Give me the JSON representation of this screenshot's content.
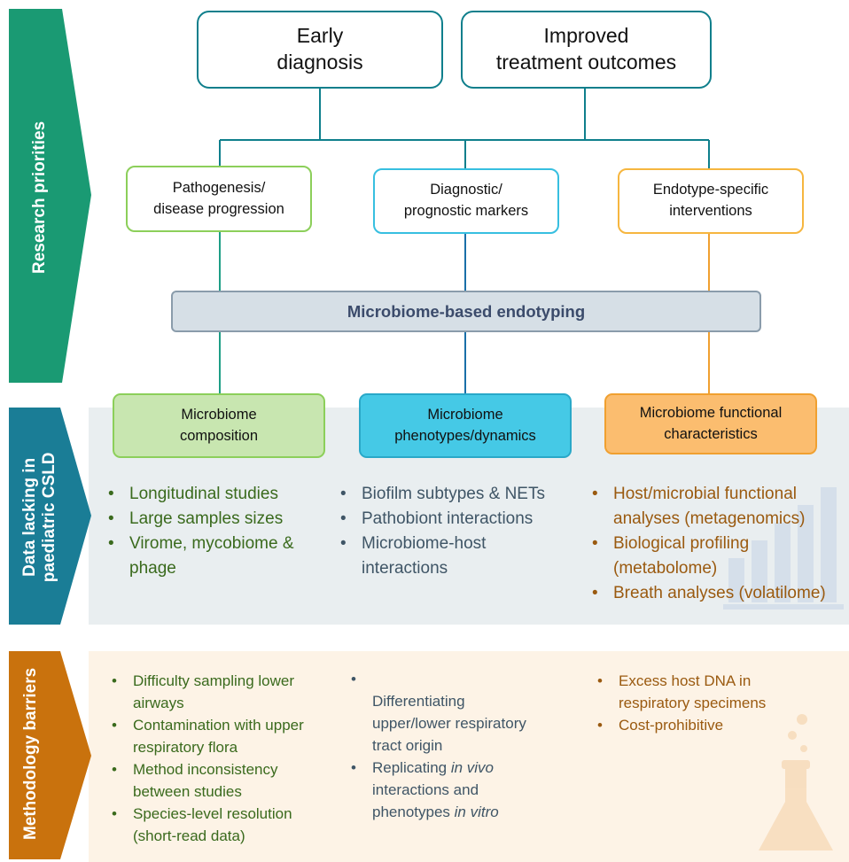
{
  "top_boxes": {
    "early_diagnosis": "Early\ndiagnosis",
    "improved_treatment": "Improved\ntreatment outcomes"
  },
  "research_priorities": {
    "label": "Research priorities",
    "pathogenesis": "Pathogenesis/\ndisease progression",
    "diagnostic": "Diagnostic/\nprognostic markers",
    "endotype": "Endotype-specific\ninterventions"
  },
  "endotyping_bar": "Microbiome-based endotyping",
  "data_lacking": {
    "label_line1": "Data lacking in",
    "label_line2": "paediatric CSLD",
    "composition": "Microbiome\ncomposition",
    "phenotypes": "Microbiome\nphenotypes/dynamics",
    "functional": "Microbiome functional\ncharacteristics",
    "composition_items": [
      "Longitudinal studies",
      "Large samples sizes",
      "Virome, mycobiome &\nphage"
    ],
    "phenotypes_items": [
      "Biofilm subtypes & NETs",
      "Pathobiont interactions",
      "Microbiome-host\ninteractions"
    ],
    "functional_items": [
      "Host/microbial functional\nanalyses (metagenomics)",
      "Biological profiling\n(metabolome)",
      "Breath analyses (volatilome)"
    ]
  },
  "methodology": {
    "label": "Methodology barriers",
    "green_items": [
      "Difficulty sampling lower\nairways",
      "Contamination with upper\nrespiratory flora",
      "Method inconsistency\nbetween studies",
      "Species-level resolution\n(short-read data)"
    ],
    "blue_items": [
      [
        {
          "t": "Differentiating\nupper/lower respiratory\ntract origin",
          "i": false
        }
      ],
      [
        {
          "t": "Replicating ",
          "i": false
        },
        {
          "t": "in vivo",
          "i": true
        },
        {
          "t": "\ninteractions and\nphenotypes ",
          "i": false
        },
        {
          "t": "in vitro",
          "i": true
        }
      ]
    ],
    "orange_items": [
      "Excess host DNA in\nrespiratory specimens",
      "Cost-prohibitive"
    ]
  },
  "colors": {
    "teal": "#0f7f8c",
    "green_band": "#1a9a73",
    "blue_band": "#1a7d96",
    "orange_band": "#c9720d",
    "light_band": "#e9eef0",
    "cream_band": "#fdf3e6",
    "green_border": "#8ccf5a",
    "cyan_border": "#37bfe0",
    "orange_border": "#f6b63f",
    "green_fill": "#c8e6b0",
    "cyan_fill": "#45c9e6",
    "orange_fill": "#fbbd6f",
    "bar_fill": "#d6dfe6",
    "bar_border": "#8a9cab"
  },
  "icons": [
    "bar-chart-icon",
    "flask-icon"
  ]
}
